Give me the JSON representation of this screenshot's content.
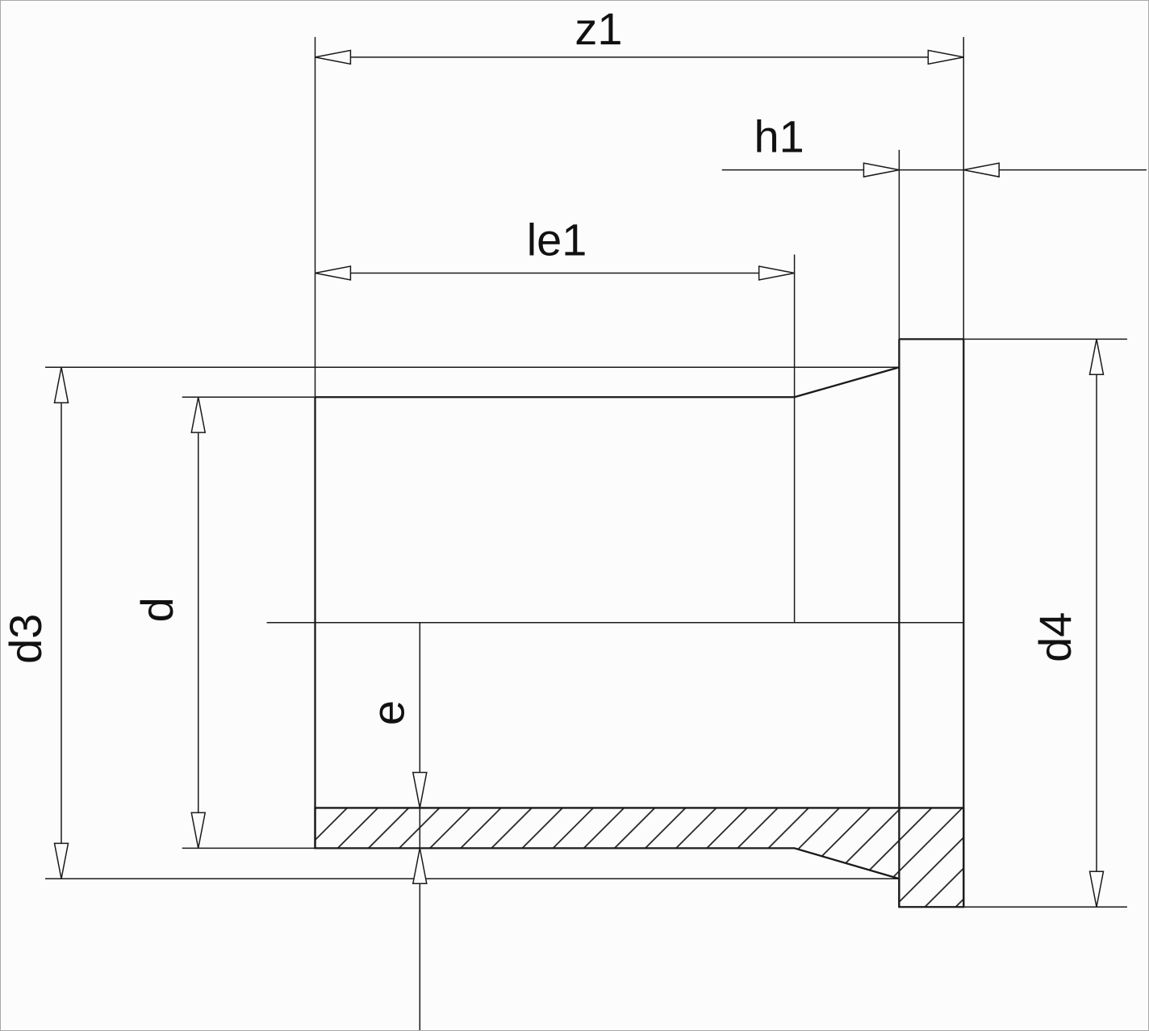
{
  "drawing": {
    "kind": "flange-adapter-stub-end-section",
    "labels": {
      "z1": "z1",
      "h1": "h1",
      "le1": "le1",
      "d3": "d3",
      "d": "d",
      "e": "e",
      "d4": "d4"
    },
    "colors": {
      "line": "#1a1a1a",
      "background": "#fcfcfc"
    }
  }
}
